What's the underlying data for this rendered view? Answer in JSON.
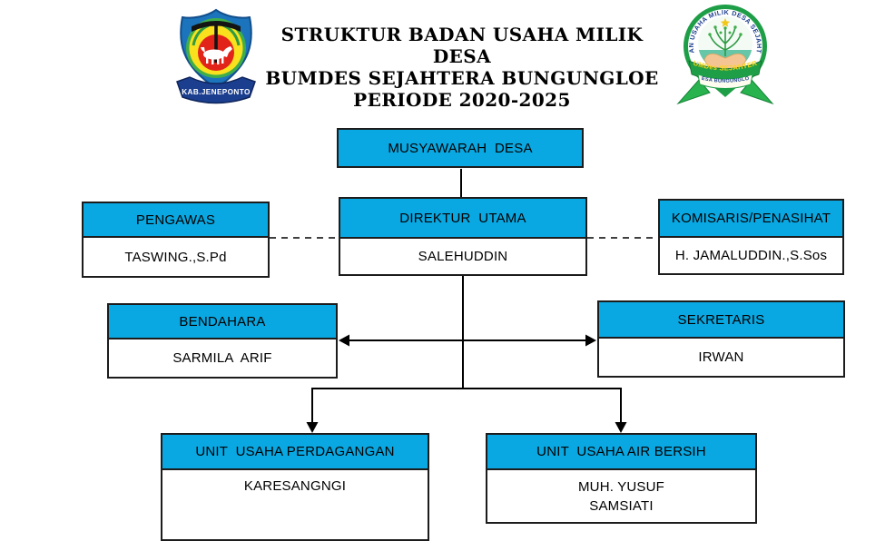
{
  "header": {
    "title_lines": [
      "STRUKTUR BADAN USAHA MILIK DESA",
      "BUMDES SEJAHTERA BUNGUNGLOE",
      "PERIODE 2020-2025"
    ],
    "left_logo": {
      "banner_text": "KAB.JENEPONTO"
    },
    "right_logo": {
      "circular_text": "BADAN USAHA MILIK DESA SEJAHTERA",
      "banner_text": "BUMDes SEJAHTERA",
      "sub_banner_text": "DESA BUNGUNGLOE"
    }
  },
  "colors": {
    "header_fill": "#0AA8E2",
    "border": "#1C1C1C",
    "line": "#000000",
    "title_text": "#000000"
  },
  "org_chart": {
    "boxes": {
      "musyawarah": {
        "title": "MUSYAWARAH  DESA"
      },
      "direktur_utama": {
        "title": "DIREKTUR  UTAMA",
        "name": "SALEHUDDIN"
      },
      "pengawas": {
        "title": "PENGAWAS",
        "name": "TASWING.,S.Pd"
      },
      "komisaris": {
        "title": "KOMISARIS/PENASIHAT",
        "name": "H. JAMALUDDIN.,S.Sos"
      },
      "bendahara": {
        "title": "BENDAHARA",
        "name": "SARMILA  ARIF"
      },
      "sekretaris": {
        "title": "SEKRETARIS",
        "name": "IRWAN"
      },
      "unit_usaha_perdagangan": {
        "title": "UNIT  USAHA PERDAGANGAN",
        "name": "KARESANGNGI"
      },
      "unit_usaha_air_bersih": {
        "title": "UNIT  USAHA AIR BERSIH",
        "name": "MUH. YUSUF\nSAMSIATI"
      }
    }
  }
}
